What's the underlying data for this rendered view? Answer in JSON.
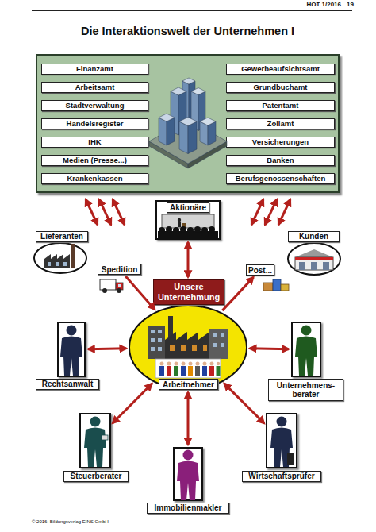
{
  "diagram": {
    "title": "Die Interaktionswelt der Unternehmen I",
    "nodes": [
      {
        "text": []
      },
      {
        "text": [
          "Finanzamt"
        ],
        "in": 0
      },
      {
        "text": [
          "Gewerbeaufsichtsamt"
        ],
        "in": 0
      },
      {
        "text": [
          "Arbeitsamt"
        ],
        "in": 0
      },
      {
        "text": [
          "Grundbuchamt"
        ],
        "in": 0
      },
      {
        "text": [
          "Stadtverwaltung"
        ],
        "in": 0
      },
      {
        "text": [
          "Patentamt"
        ],
        "in": 0
      },
      {
        "text": [
          "Handelsregister"
        ],
        "in": 0
      },
      {
        "text": [
          "Zollamt"
        ],
        "in": 0
      },
      {
        "text": [
          "IHK"
        ],
        "in": 0
      },
      {
        "text": [
          "Versicherungen"
        ],
        "in": 0
      },
      {
        "text": [
          "Medien (Presse...)"
        ],
        "in": 0
      },
      {
        "text": [
          "Banken"
        ],
        "in": 0
      },
      {
        "text": [
          "Krankenkassen"
        ],
        "in": 0
      },
      {
        "text": [
          "Berufsgenossenschaften"
        ],
        "in": 0
      },
      {
        "text": [
          "Aktionäre"
        ]
      },
      {
        "text": [
          "Lieferanten"
        ]
      },
      {
        "text": [
          "Kunden"
        ]
      },
      {
        "text": [
          "Spedition"
        ]
      },
      {
        "text": [
          "Post..."
        ]
      },
      {
        "text": [
          "Unsere Unternehmung"
        ]
      },
      {
        "text": [
          "Arbeitnehmer"
        ],
        "in": 20
      },
      {
        "text": [
          "Rechtsanwalt"
        ]
      },
      {
        "text": [
          "Unternehmens- berater"
        ]
      },
      {
        "text": [
          "Steuerberater"
        ]
      },
      {
        "text": [
          "Wirtschaftsprüfer"
        ]
      },
      {
        "text": [
          "Immobilienmakler"
        ]
      }
    ],
    "edges": [
      {
        "from": 15,
        "to": 20,
        "arrow": "both"
      },
      {
        "from": 18,
        "to": 20,
        "arrow": "to"
      },
      {
        "from": 20,
        "to": 19,
        "arrow": "to"
      },
      {
        "from": 22,
        "to": 20,
        "arrow": "both"
      },
      {
        "from": 23,
        "to": 20,
        "arrow": "both"
      },
      {
        "from": 24,
        "to": 20,
        "arrow": "both"
      },
      {
        "from": 25,
        "to": 20,
        "arrow": "both"
      },
      {
        "from": 26,
        "to": 20,
        "arrow": "both"
      }
    ],
    "labels": [
      "HOT 1/2016",
      "19",
      "© 2016: Bildungsverlag EINS GmbH"
    ]
  }
}
